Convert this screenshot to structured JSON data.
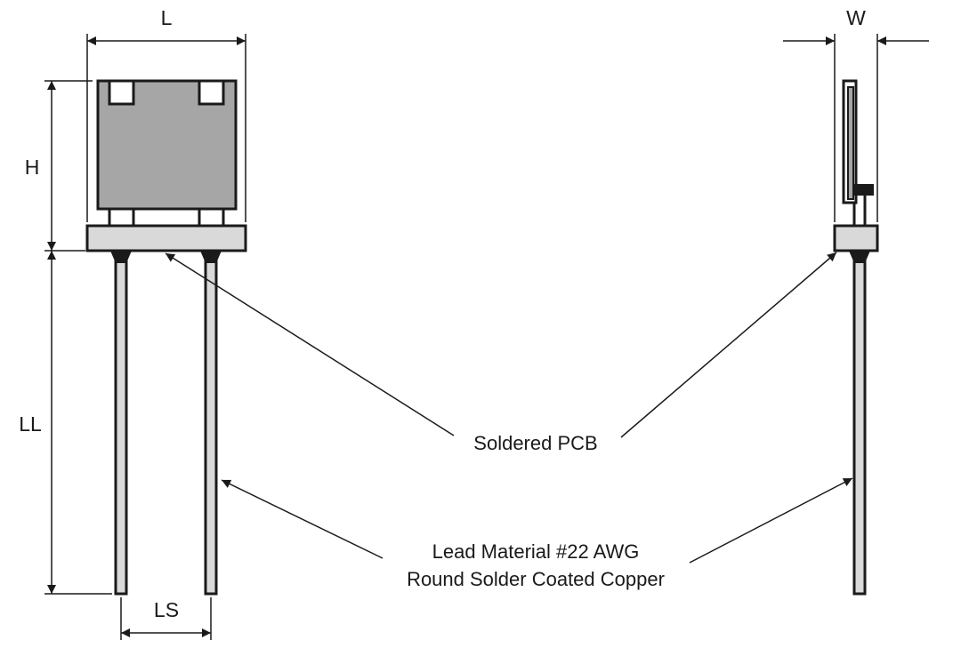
{
  "dimensions": {
    "length": "L",
    "height": "H",
    "lead_length": "LL",
    "lead_spacing": "LS",
    "width": "W"
  },
  "callouts": {
    "pcb": "Soldered PCB",
    "lead_line1": "Lead Material #22 AWG",
    "lead_line2": "Round Solder Coated Copper"
  },
  "colors": {
    "ink": "#1a1a1a",
    "body_fill": "#a6a6a6",
    "pcb_fill": "#d9d9d9",
    "lead_fill": "#d9d9d9"
  }
}
